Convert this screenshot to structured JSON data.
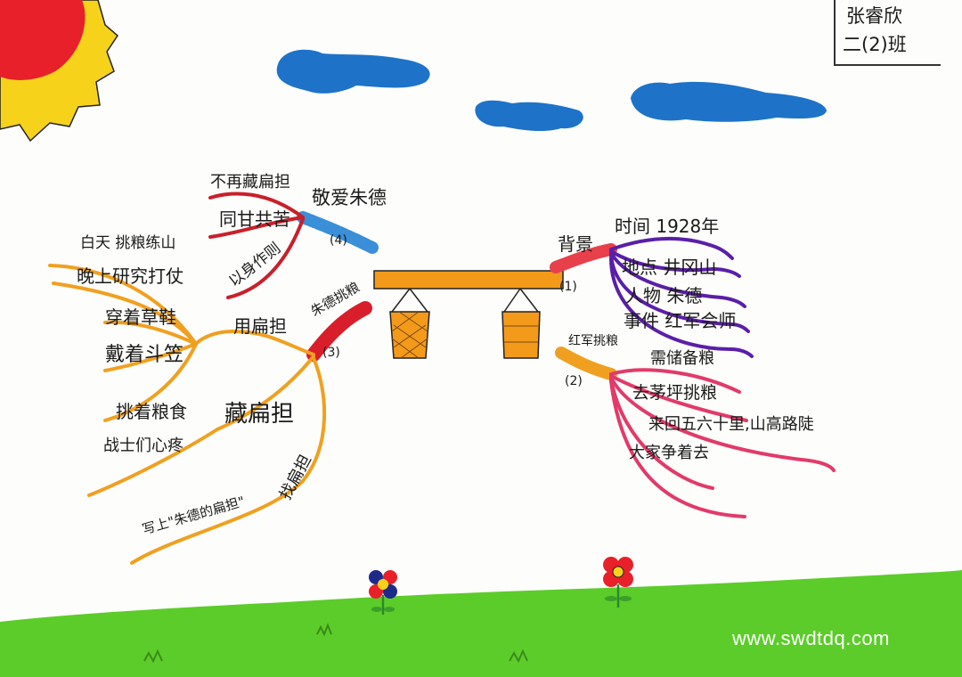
{
  "author": {
    "name": "张睿欣",
    "class": "二(2)班"
  },
  "watermark": "www.swdtdq.com",
  "colors": {
    "sky_cloud": "#1e73c8",
    "sun_red": "#e8202a",
    "sun_yellow": "#f7d21a",
    "grass": "#5ccc2a",
    "pole": "#f39a1a",
    "branch1": "#5a1fa8",
    "branch2": "#e23a6a",
    "branch3": "#f0a020",
    "branch4": "#c8202a",
    "branch4_tag": "#3a8fd8"
  },
  "branches": [
    {
      "id": "1",
      "label": "背景",
      "number": "(1)",
      "children": [
        {
          "text": "时间 1928年"
        },
        {
          "text": "地点 井冈山"
        },
        {
          "text": "人物 朱德"
        },
        {
          "text": "事件 红军会师"
        }
      ]
    },
    {
      "id": "2",
      "label": "红军挑粮",
      "number": "(2)",
      "children": [
        {
          "text": "需储备粮"
        },
        {
          "text": "去茅坪挑粮"
        },
        {
          "text": "来回五六十里,山高路陡"
        },
        {
          "text": "大家争着去"
        }
      ]
    },
    {
      "id": "3",
      "label": "朱德挑粮",
      "number": "(3)",
      "children": [
        {
          "text": "用扁担",
          "children": [
            {
              "text": "白天 挑粮练山"
            },
            {
              "text": "晚上研究打仗"
            },
            {
              "text": "穿着草鞋"
            },
            {
              "text": "戴着斗笠"
            },
            {
              "text": "挑着粮食"
            }
          ]
        },
        {
          "text": "藏扁担",
          "children": [
            {
              "text": "战士们心疼"
            }
          ]
        },
        {
          "text": "找扁担",
          "children": [
            {
              "text": "写上\"朱德的扁担\""
            }
          ]
        }
      ]
    },
    {
      "id": "4",
      "label": "敬爱朱德",
      "number": "(4)",
      "children": [
        {
          "text": "不再藏扁担"
        },
        {
          "text": "同甘共苦"
        },
        {
          "text": "以身作则"
        }
      ]
    }
  ]
}
